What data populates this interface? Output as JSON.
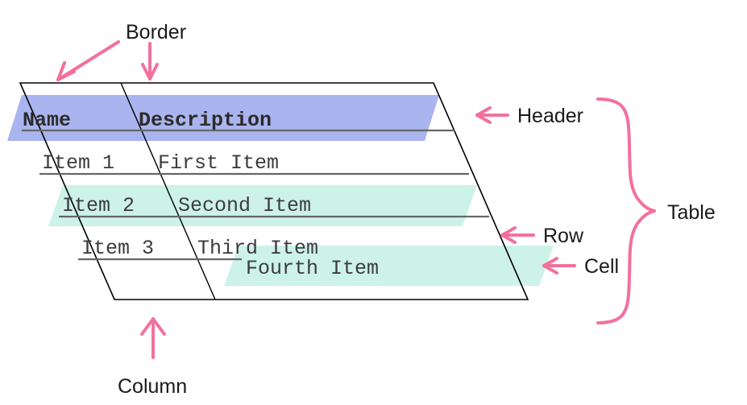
{
  "diagram": {
    "title": "Table anatomy diagram",
    "colors": {
      "background": "#ffffff",
      "annotation_pink": "#f2719c",
      "header_band": "#aab4ee",
      "highlight_band": "#cdf2e8",
      "table_outline": "#000000",
      "row_rule": "#666666",
      "label_text": "#1a1a1a",
      "cell_text": "#3c3c3c"
    },
    "table": {
      "columns": [
        {
          "key": "name",
          "header": "Name"
        },
        {
          "key": "description",
          "header": "Description"
        }
      ],
      "rows": [
        {
          "name": "Item 1",
          "description": "First Item"
        },
        {
          "name": "Item 2",
          "description": "Second Item"
        },
        {
          "name": "Item 3",
          "description": "Third Item"
        }
      ],
      "floating_cell": {
        "text": "Fourth Item"
      }
    },
    "annotations": [
      {
        "id": "border",
        "label": "Border"
      },
      {
        "id": "header",
        "label": "Header"
      },
      {
        "id": "table",
        "label": "Table"
      },
      {
        "id": "row",
        "label": "Row"
      },
      {
        "id": "cell",
        "label": "Cell"
      },
      {
        "id": "column",
        "label": "Column"
      }
    ]
  }
}
